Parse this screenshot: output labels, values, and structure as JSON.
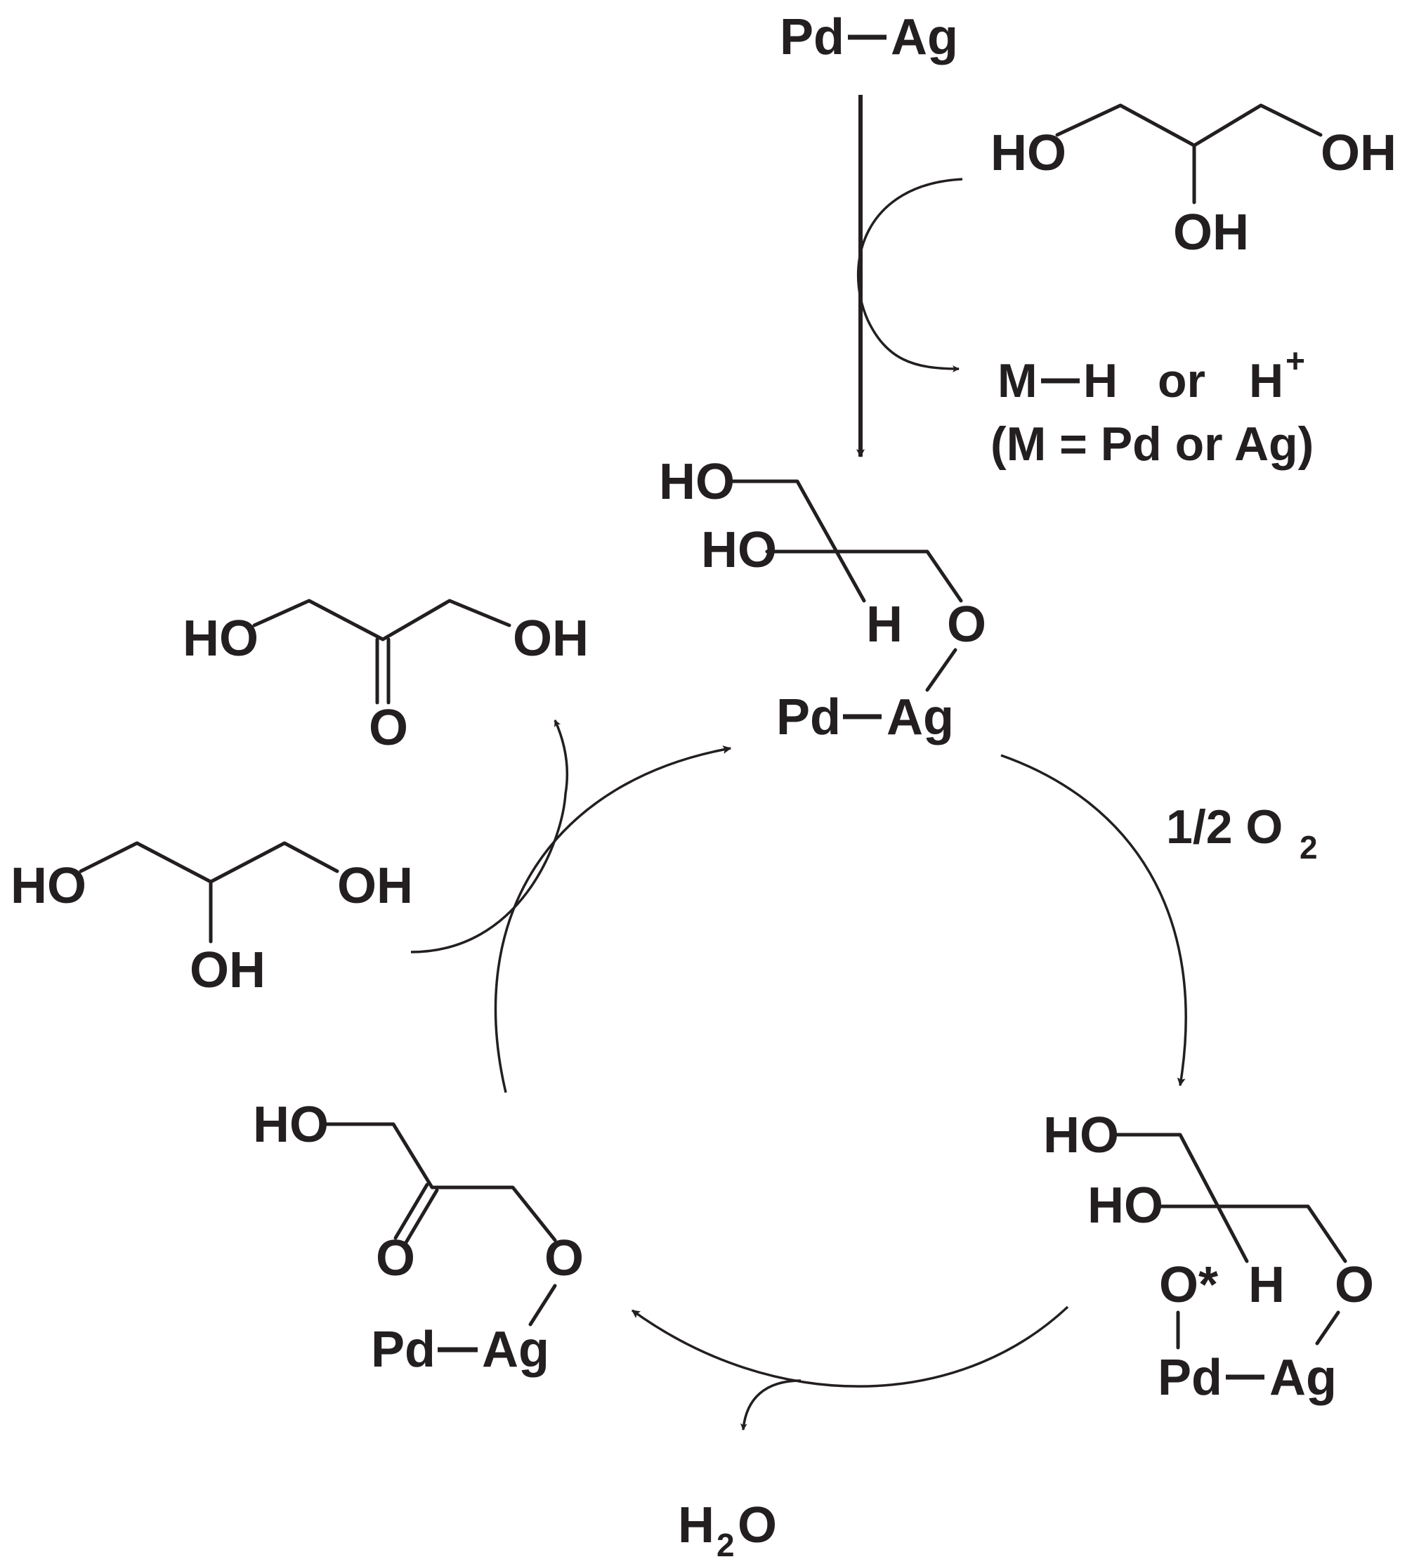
{
  "catalyst": {
    "pd": "Pd",
    "ag": "Ag"
  },
  "reagents": {
    "glycerol_ho": "HO",
    "glycerol_oh": "OH",
    "byproduct": {
      "m": "M",
      "h": "H",
      "or": "or",
      "hplus": "H",
      "plus": "+"
    },
    "definition": "(M = Pd or Ag)",
    "oxygen": {
      "prefix": "1/2 O",
      "sub": "2"
    },
    "water": {
      "h": "H",
      "sub": "2",
      "o": "O"
    }
  },
  "intermediates": {
    "alkoxide": {
      "ho": "HO",
      "h": "H",
      "o": "O"
    },
    "activated": {
      "ostar": "O*",
      "h": "H",
      "o": "O",
      "ho": "HO"
    },
    "ketone": {
      "ho": "HO",
      "o": "O"
    }
  },
  "product": {
    "name_labels": {
      "ho": "HO",
      "oh": "OH",
      "o": "O"
    }
  }
}
